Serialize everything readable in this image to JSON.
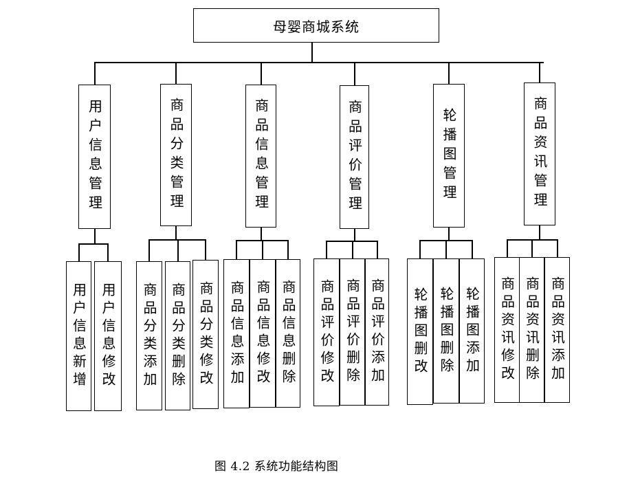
{
  "root": {
    "label": "母婴商城系统"
  },
  "modules": [
    {
      "label": "用户信息管理",
      "children": [
        "用户信息新增",
        "用户信息修改"
      ]
    },
    {
      "label": "商品分类管理",
      "children": [
        "商品分类添加",
        "商品分类删除",
        "商品分类修改"
      ]
    },
    {
      "label": "商品信息管理",
      "children": [
        "商品信息添加",
        "商品信息修改",
        "商品信息删除"
      ]
    },
    {
      "label": "商品评价管理",
      "children": [
        "商品评价修改",
        "商品评价删除",
        "商品评价添加"
      ]
    },
    {
      "label": "轮播图管理",
      "children": [
        "轮播图删改",
        "轮播图删除",
        "轮播图添加"
      ]
    },
    {
      "label": "商品资讯管理",
      "children": [
        "商品资讯修改",
        "商品资讯删除",
        "商品资讯添加"
      ]
    }
  ],
  "caption": "图 4.2  系统功能结构图"
}
